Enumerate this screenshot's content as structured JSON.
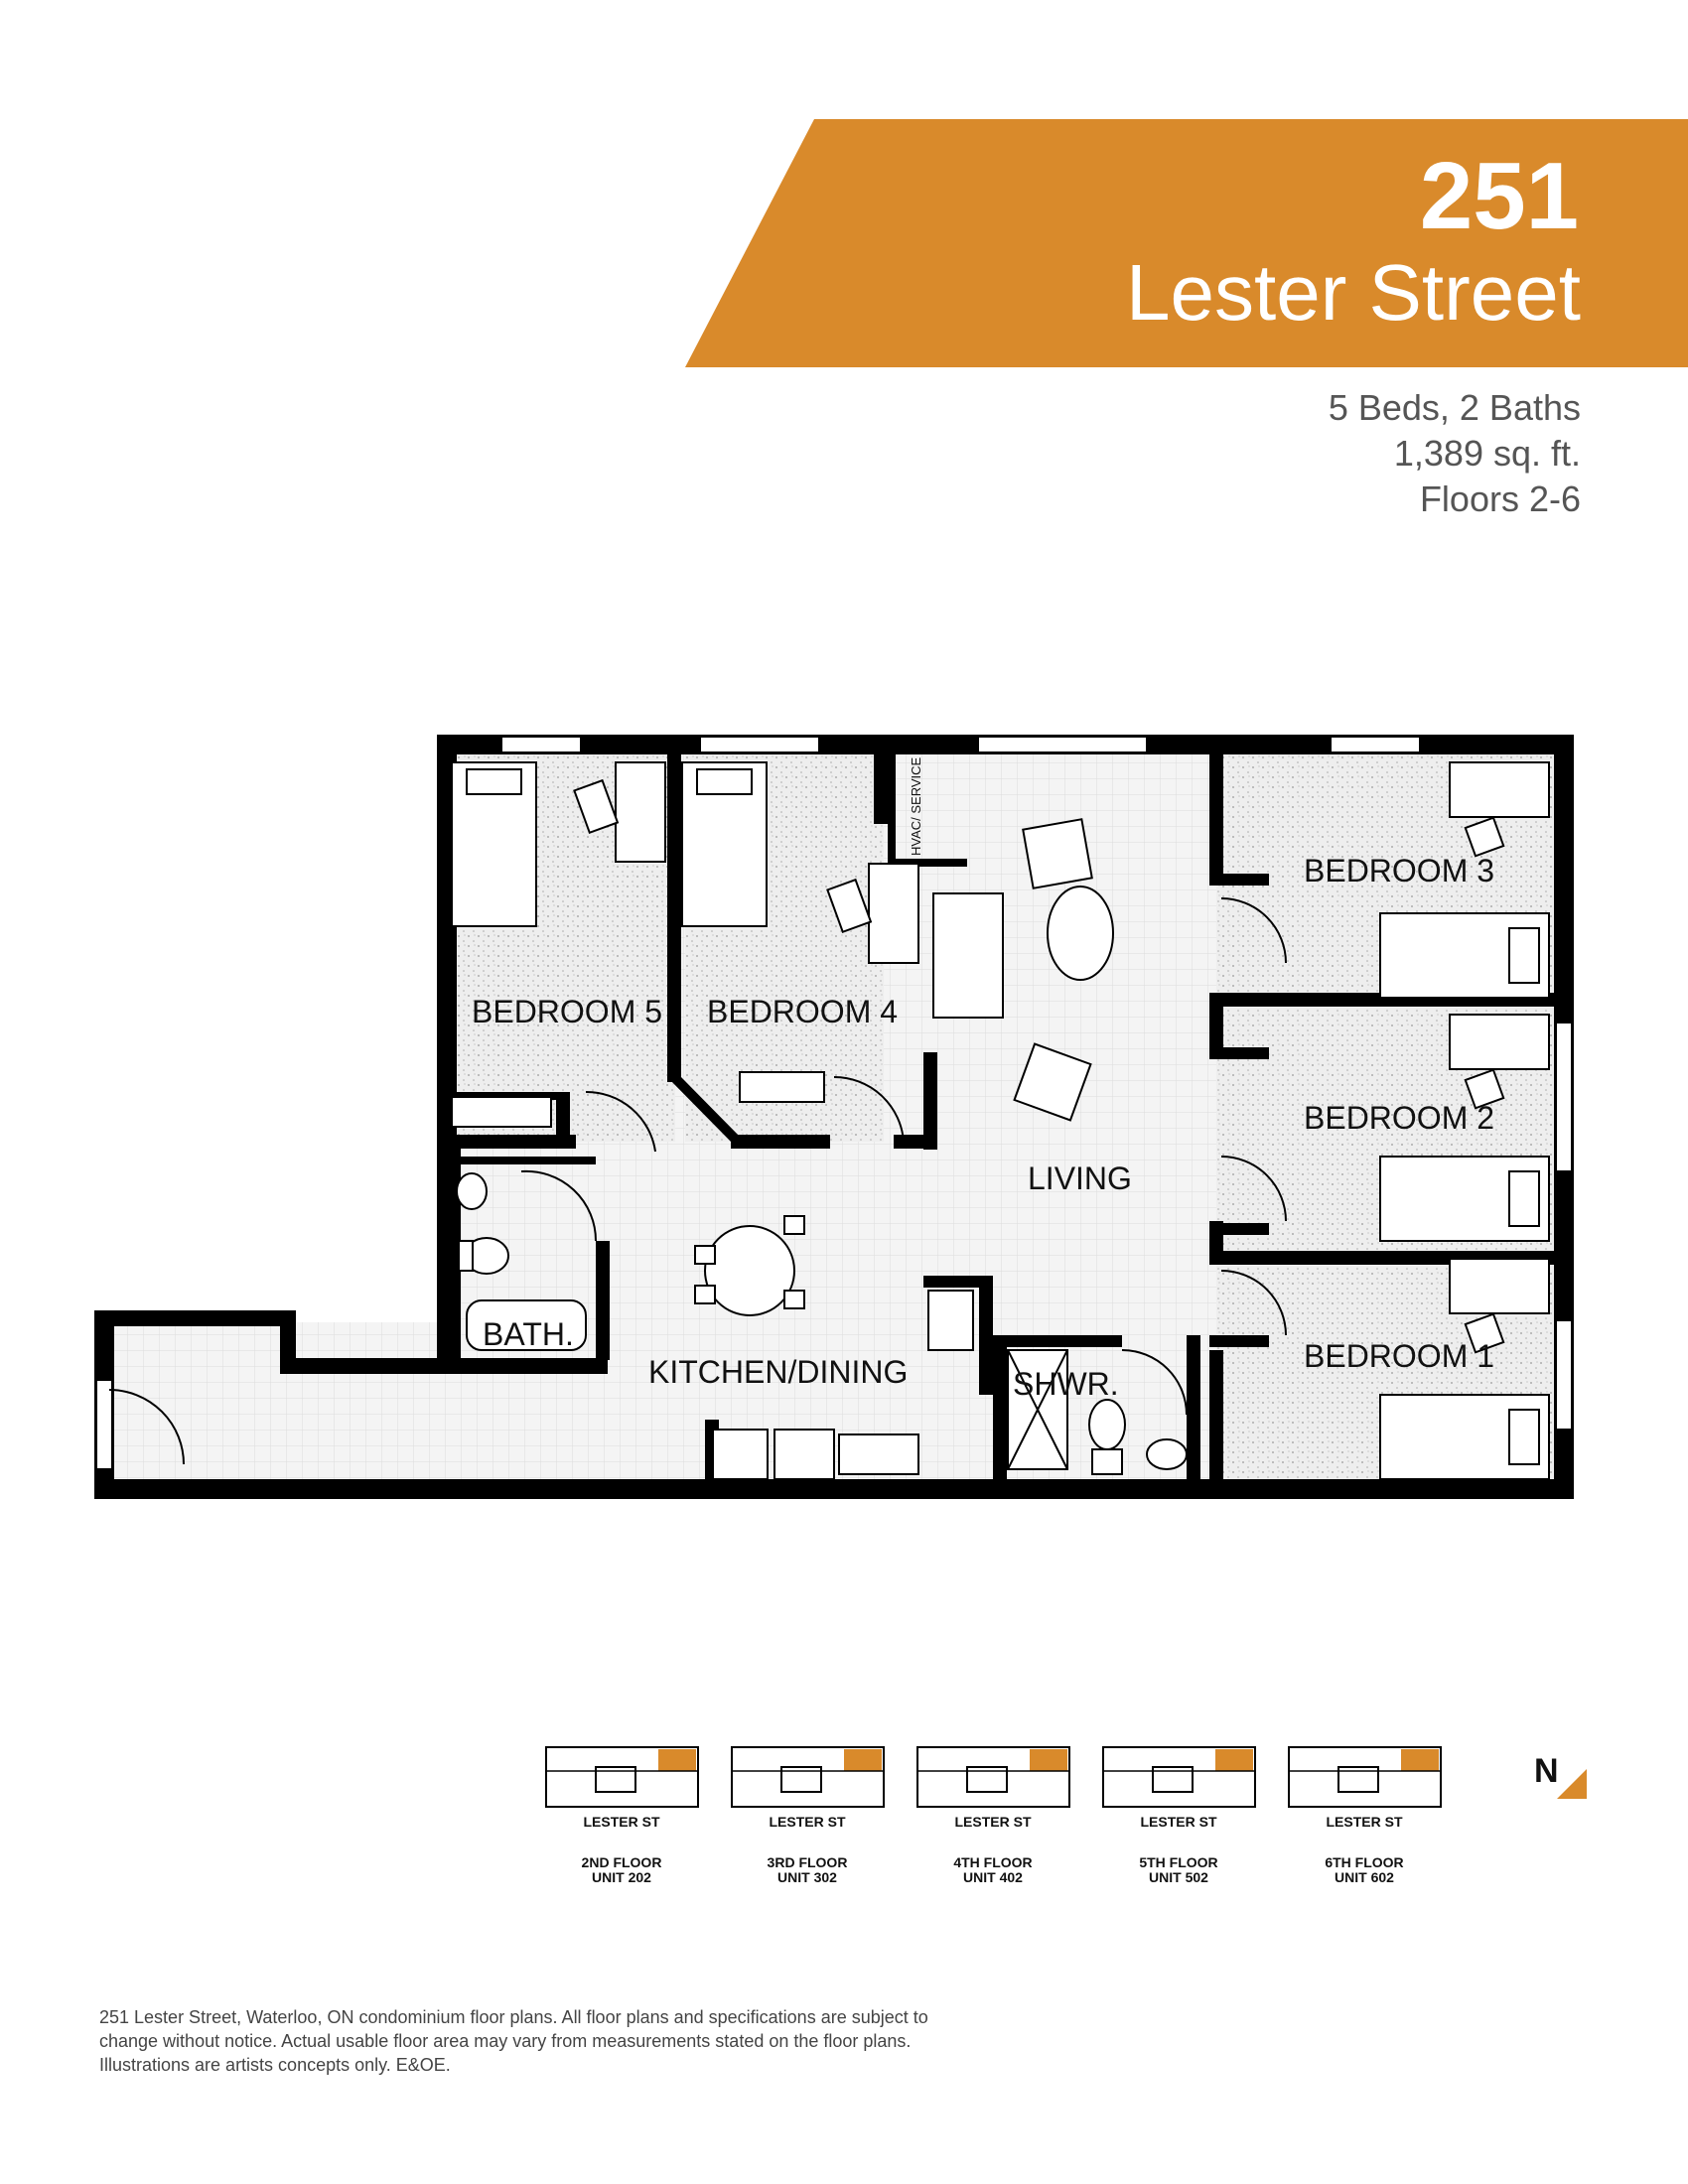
{
  "header": {
    "number": "251",
    "street": "Lester Street",
    "specs": [
      "5 Beds, 2 Baths",
      "1,389 sq. ft.",
      "Floors 2-6"
    ]
  },
  "floorplan": {
    "rooms": {
      "bedroom5": "BEDROOM 5",
      "bedroom4": "BEDROOM 4",
      "bedroom3": "BEDROOM 3",
      "bedroom2": "BEDROOM 2",
      "bedroom1": "BEDROOM 1",
      "living": "LIVING",
      "kitchen": "KITCHEN/DINING",
      "bath": "BATH.",
      "shower": "SHWR.",
      "hvac": "HVAC/ SERVICE"
    }
  },
  "keyplans": [
    {
      "street": "LESTER ST",
      "floor": "2ND FLOOR",
      "unit": "UNIT 202"
    },
    {
      "street": "LESTER ST",
      "floor": "3RD FLOOR",
      "unit": "UNIT 302"
    },
    {
      "street": "LESTER ST",
      "floor": "4TH FLOOR",
      "unit": "UNIT 402"
    },
    {
      "street": "LESTER ST",
      "floor": "5TH FLOOR",
      "unit": "UNIT 502"
    },
    {
      "street": "LESTER ST",
      "floor": "6TH FLOOR",
      "unit": "UNIT 602"
    }
  ],
  "north_label": "N",
  "disclaimer": [
    "251 Lester Street, Waterloo, ON condominium floor plans. All floor plans and specifications are subject to",
    "change without notice. Actual usable floor area may vary from measurements stated on the floor plans.",
    "Illustrations are artists concepts only. E&OE."
  ],
  "colors": {
    "accent": "#d98a2b",
    "wall": "#000000",
    "floor_tile": "#f2f2f2",
    "carpet": "#e6e6e6"
  }
}
